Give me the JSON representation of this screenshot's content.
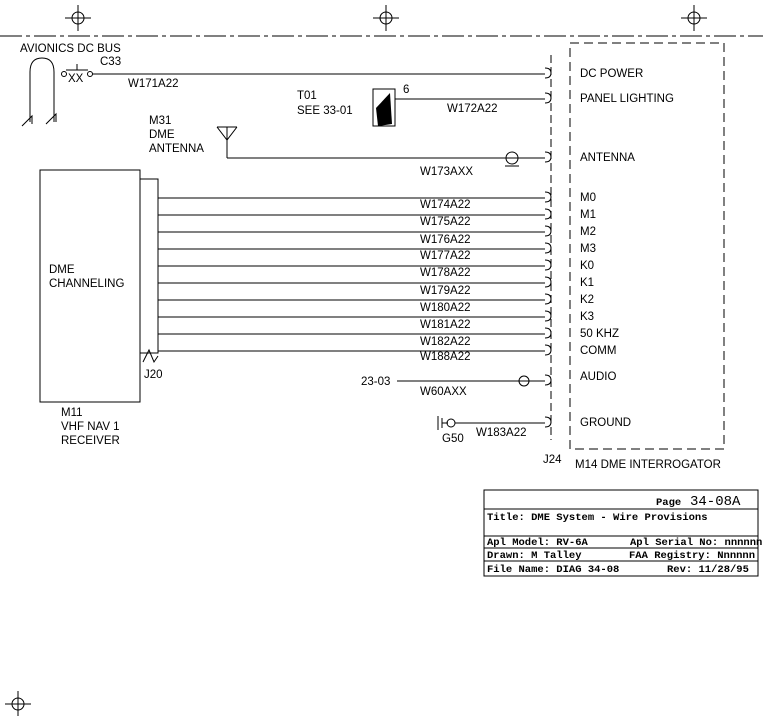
{
  "bus_label": "AVIONICS DC BUS",
  "breaker_label": "C33",
  "breaker_rating": "XX",
  "connector_j24": "J24",
  "connector_j20": "J20",
  "interrogator_label": "M14 DME INTERROGATOR",
  "receiver_box_text": [
    "DME",
    "CHANNELING"
  ],
  "receiver_label": [
    "M11",
    "VHF NAV 1",
    "RECEIVER"
  ],
  "antenna_label": [
    "M31",
    "DME",
    "ANTENNA"
  ],
  "t01_label": [
    "T01",
    "SEE 33-01"
  ],
  "t01_pin": "6",
  "audio_ref": "23-03",
  "ground_label": "G50",
  "pins": [
    "DC POWER",
    "PANEL LIGHTING",
    "ANTENNA",
    "M0",
    "M1",
    "M2",
    "M3",
    "K0",
    "K1",
    "K2",
    "K3",
    "50 KHZ",
    "COMM",
    "AUDIO",
    "GROUND"
  ],
  "wires": [
    "W171A22",
    "W172A22",
    "W173AXX",
    "W174A22",
    "W175A22",
    "W176A22",
    "W177A22",
    "W178A22",
    "W179A22",
    "W180A22",
    "W181A22",
    "W182A22",
    "W188A22",
    "W60AXX",
    "W183A22"
  ],
  "title_block": {
    "page_label": "Page",
    "page": "34-08A",
    "title": "Title: DME System - Wire Provisions",
    "model": "Apl Model: RV-6A",
    "serial": "Apl Serial No: nnnnnn",
    "drawn": "Drawn: M Talley",
    "registry": "FAA Registry: Nnnnnn",
    "file": "File Name: DIAG 34-08",
    "rev": "Rev: 11/28/95"
  }
}
